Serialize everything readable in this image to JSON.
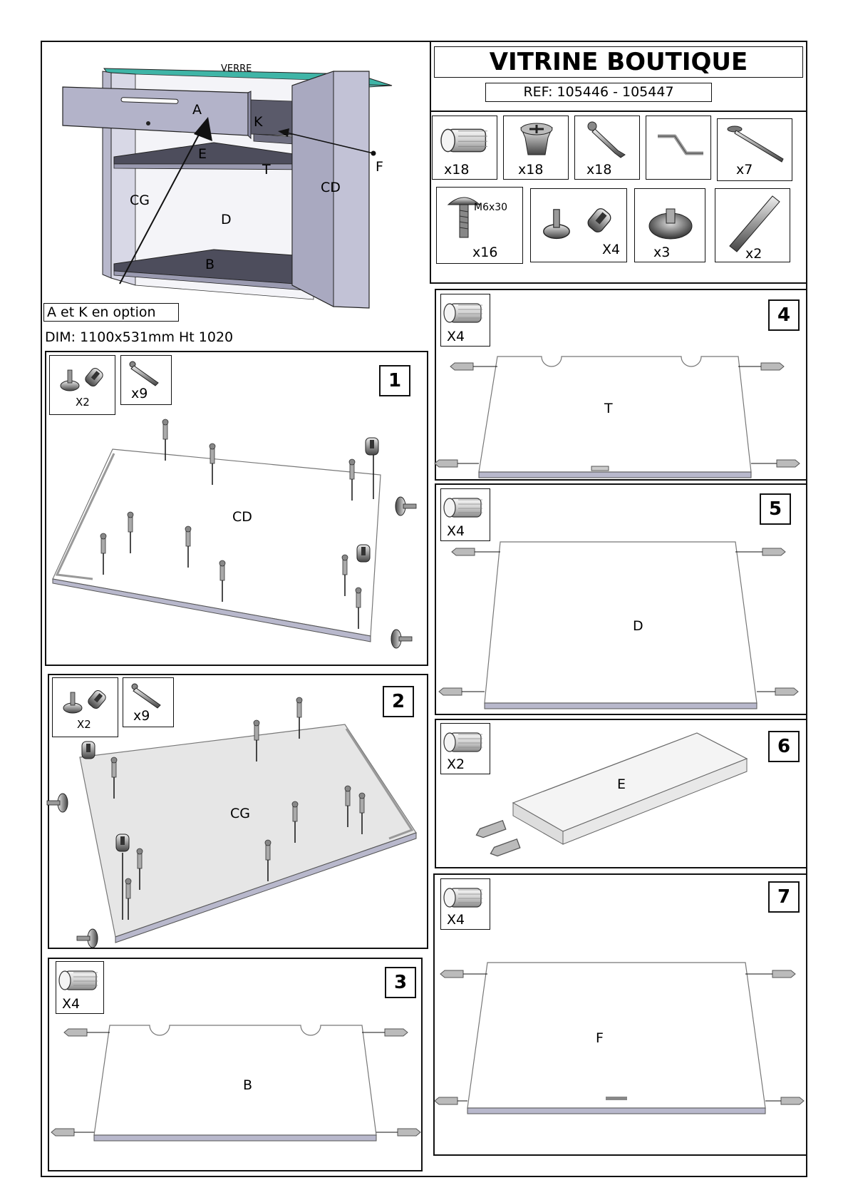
{
  "title": "VITRINE BOUTIQUE",
  "ref": "REF: 105446 - 105447",
  "dimensions": "DIM: 1100x531mm Ht 1020",
  "option_note": "A et K en option",
  "overview_labels": {
    "verre": "VERRE",
    "a": "A",
    "k": "K",
    "e": "E",
    "t": "T",
    "f": "F",
    "cg": "CG",
    "cd": "CD",
    "d": "D",
    "b": "B"
  },
  "hardware": [
    {
      "qty": "x18",
      "icon": "wooden-dowel-icon"
    },
    {
      "qty": "x18",
      "icon": "cam-lock-icon"
    },
    {
      "qty": "x18",
      "icon": "cam-bolt-icon"
    },
    {
      "qty": "",
      "icon": "allen-key-icon"
    },
    {
      "qty": "x7",
      "icon": "wood-screw-icon"
    },
    {
      "qty": "x16",
      "icon": "bolt-m6x30-icon",
      "spec": "M6x30"
    },
    {
      "qty": "X4",
      "icon": "leveling-foot-nut-icon"
    },
    {
      "qty": "x3",
      "icon": "shelf-support-icon"
    },
    {
      "qty": "x2",
      "icon": "metal-pin-icon"
    }
  ],
  "steps": [
    {
      "number": "1",
      "panel": "CD",
      "parts": [
        {
          "qty": "X2",
          "icon": "leveling-foot-nut-icon"
        },
        {
          "qty": "x9",
          "icon": "cam-bolt-icon"
        }
      ]
    },
    {
      "number": "2",
      "panel": "CG",
      "parts": [
        {
          "qty": "X2",
          "icon": "leveling-foot-nut-icon"
        },
        {
          "qty": "x9",
          "icon": "cam-bolt-icon"
        }
      ]
    },
    {
      "number": "3",
      "panel": "B",
      "parts": [
        {
          "qty": "X4",
          "icon": "wooden-dowel-icon"
        }
      ]
    },
    {
      "number": "4",
      "panel": "T",
      "parts": [
        {
          "qty": "X4",
          "icon": "wooden-dowel-icon"
        }
      ]
    },
    {
      "number": "5",
      "panel": "D",
      "parts": [
        {
          "qty": "X4",
          "icon": "wooden-dowel-icon"
        }
      ]
    },
    {
      "number": "6",
      "panel": "E",
      "parts": [
        {
          "qty": "X2",
          "icon": "wooden-dowel-icon"
        }
      ]
    },
    {
      "number": "7",
      "panel": "F",
      "parts": [
        {
          "qty": "X4",
          "icon": "wooden-dowel-icon"
        }
      ]
    }
  ]
}
